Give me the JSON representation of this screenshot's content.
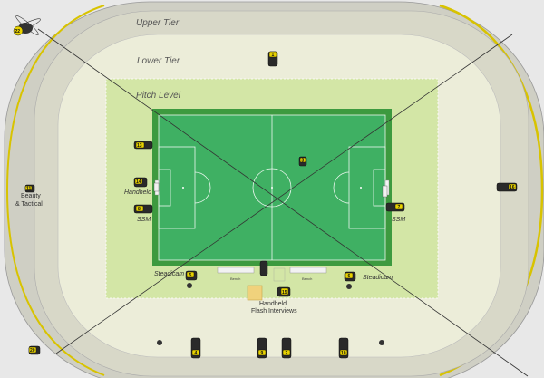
{
  "labels": {
    "upper_tier": "Upper Tier",
    "lower_tier": "Lower Tier",
    "pitch_level": "Pitch Level",
    "handheld": "Handheld",
    "ssm_left": "SSM",
    "ssm_right": "SSM",
    "steadicam_left": "Steadicam",
    "steadicam_right": "Steadicam",
    "bench_left": "Bench",
    "bench_right": "Bench",
    "beauty_line1": "Beauty",
    "beauty_line2": "& Tactical",
    "flash_line1": "Handheld",
    "flash_line2": "Flash Interviews"
  },
  "cameras": {
    "heli": "22",
    "lower_top": "1",
    "left_1": "13",
    "left_handheld": "14",
    "left_ssm": "8",
    "center_field": "3",
    "right_wall": "16",
    "right_ssm": "7",
    "beauty": "11",
    "steadicam_left": "5",
    "steadicam_right": "6",
    "tunnel": "15",
    "bottom_left": "20",
    "bottom_1": "4",
    "bottom_2": "9",
    "bottom_3": "2",
    "bottom_4": "10"
  },
  "colors": {
    "outer_stand": "#cfcfc4",
    "upper_ring": "#d8d8c8",
    "lower_ring": "#ecedd9",
    "pitch_level": "#d3e6a6",
    "surround": "#3d9a3f",
    "field": "#3fb063",
    "badge": "#e8d200"
  }
}
